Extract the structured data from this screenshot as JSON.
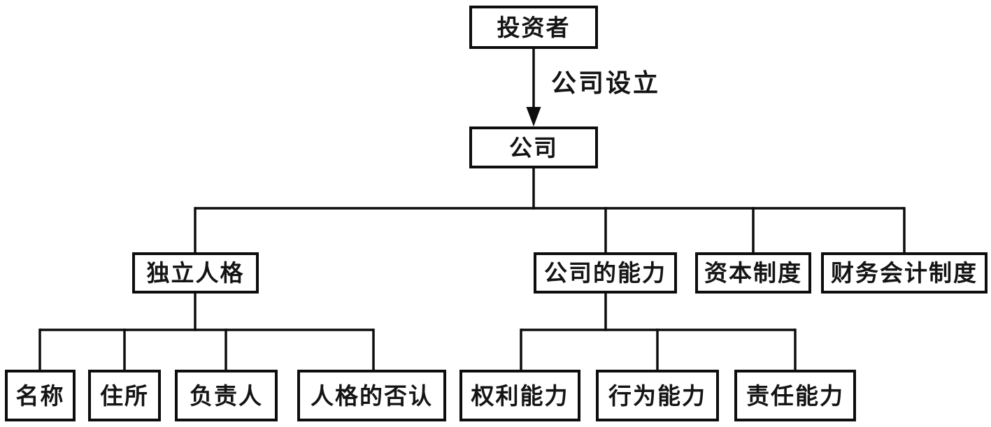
{
  "diagram": {
    "title_hint": "company-law concept tree",
    "colors": {
      "background": "#ffffff",
      "line": "#0d0d0d",
      "box_border": "#0d0d0d",
      "box_fill": "#ffffff",
      "text": "#141414"
    },
    "root": {
      "label": "投资者"
    },
    "edge": {
      "label": "公司设立"
    },
    "company": {
      "label": "公司"
    },
    "branches": [
      {
        "label": "独立人格",
        "children": [
          {
            "label": "名称"
          },
          {
            "label": "住所"
          },
          {
            "label": "负责人"
          },
          {
            "label": "人格的否认"
          }
        ]
      },
      {
        "label": "公司的能力",
        "children": [
          {
            "label": "权利能力"
          },
          {
            "label": "行为能力"
          },
          {
            "label": "责任能力"
          }
        ]
      },
      {
        "label": "资本制度",
        "children": []
      },
      {
        "label": "财务会计制度",
        "children": []
      }
    ]
  }
}
